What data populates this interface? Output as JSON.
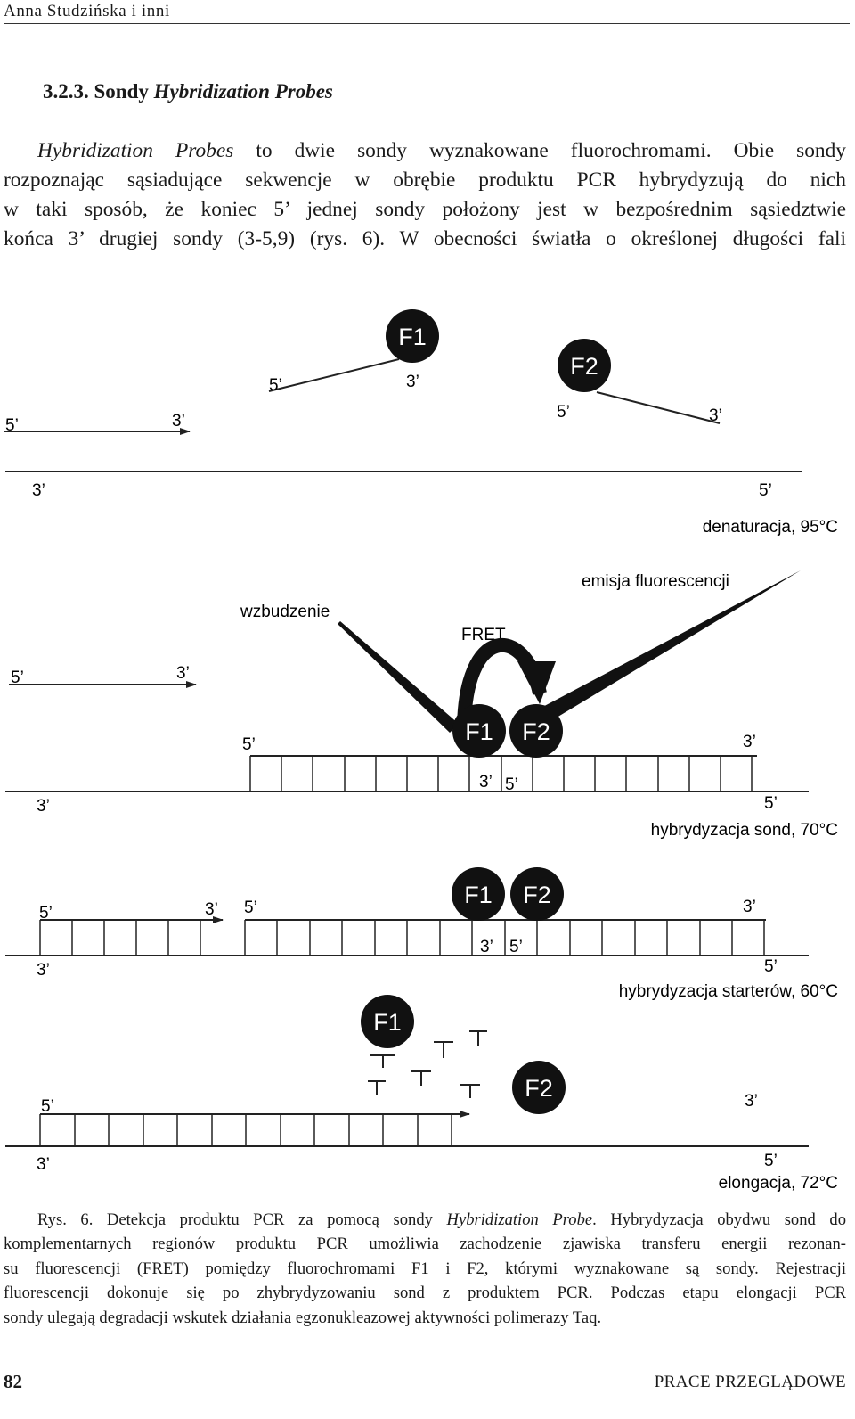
{
  "header": {
    "running_head": "Anna Studzińska i inni"
  },
  "section": {
    "number": "3.2.3.",
    "title_plain": "Sondy",
    "title_italic": "Hybridization Probes"
  },
  "body": {
    "line1_italic": "Hybridization Probes",
    "line1_rest": " to dwie sondy wyznakowane fluorochromami. Obie sondy",
    "line2": "rozpoznając sąsiadujące sekwencje w obrębie produktu PCR hybrydyzują do nich",
    "line3": "w taki sposób, że koniec 5’ jednej sondy położony jest w bezpośrednim sąsiedztwie",
    "line4": "końca 3’ drugiej sondy (3-5,9) (rys. 6). W obecności światła o określonej długości fali"
  },
  "figure": {
    "end5": "5’",
    "end3": "3’",
    "f1": "F1",
    "f2": "F2",
    "stages": {
      "denaturation": "denaturacja, 95°C",
      "probe_hybridization": "hybrydyzacja sond, 70°C",
      "primer_hybridization": "hybrydyzacja starterów, 60°C",
      "elongation": "elongacja, 72°C"
    },
    "labels": {
      "excitation": "wzbudzenie",
      "fret": "FRET",
      "emission": "emisja fluorescencji"
    },
    "colors": {
      "ink": "#1a1a1a",
      "strand": "#222222"
    }
  },
  "caption": {
    "prefix": "Rys. 6. Detekcja produktu PCR za pomocą sondy ",
    "italic": "Hybridization Probe",
    "line1_rest": ". Hybrydyzacja obydwu sond do",
    "line2": "komplementarnych regionów produktu PCR umożliwia zachodzenie zjawiska transferu energii rezonan-",
    "line3": "su fluorescencji (FRET) pomiędzy fluorochromami F1 i F2, którymi wyznakowane są sondy. Rejestracji",
    "line4": "fluorescencji dokonuje się po zhybrydyzowaniu sond z produktem PCR. Podczas etapu elongacji PCR",
    "line5": "sondy ulegają degradacji wskutek działania egzonukleazowej aktywności polimerazy Taq."
  },
  "footer": {
    "page_number": "82",
    "section_name": "PRACE PRZEGLĄDOWE"
  }
}
